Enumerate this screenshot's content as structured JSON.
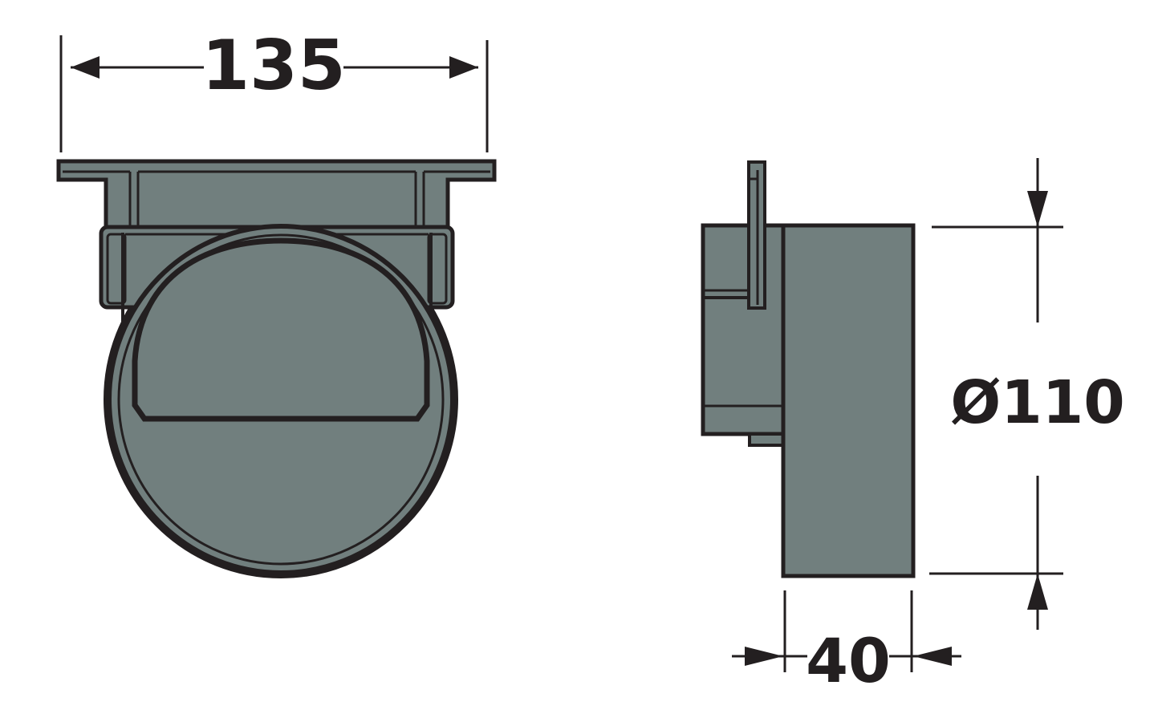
{
  "diagram": {
    "type": "technical-drawing",
    "views": [
      {
        "name": "front-view",
        "description": "Front view of drain outlet with flange and round spigot"
      },
      {
        "name": "side-view",
        "description": "Side view of drain outlet"
      }
    ],
    "dimensions": {
      "width": {
        "label": "135",
        "view": "front-view",
        "orientation": "horizontal"
      },
      "depth": {
        "label": "40",
        "view": "side-view",
        "orientation": "horizontal"
      },
      "diameter": {
        "label": "Ø110",
        "view": "side-view",
        "orientation": "vertical"
      }
    },
    "colors": {
      "fill": "#717f7e",
      "outline": "#231f20",
      "background": "#ffffff"
    }
  }
}
